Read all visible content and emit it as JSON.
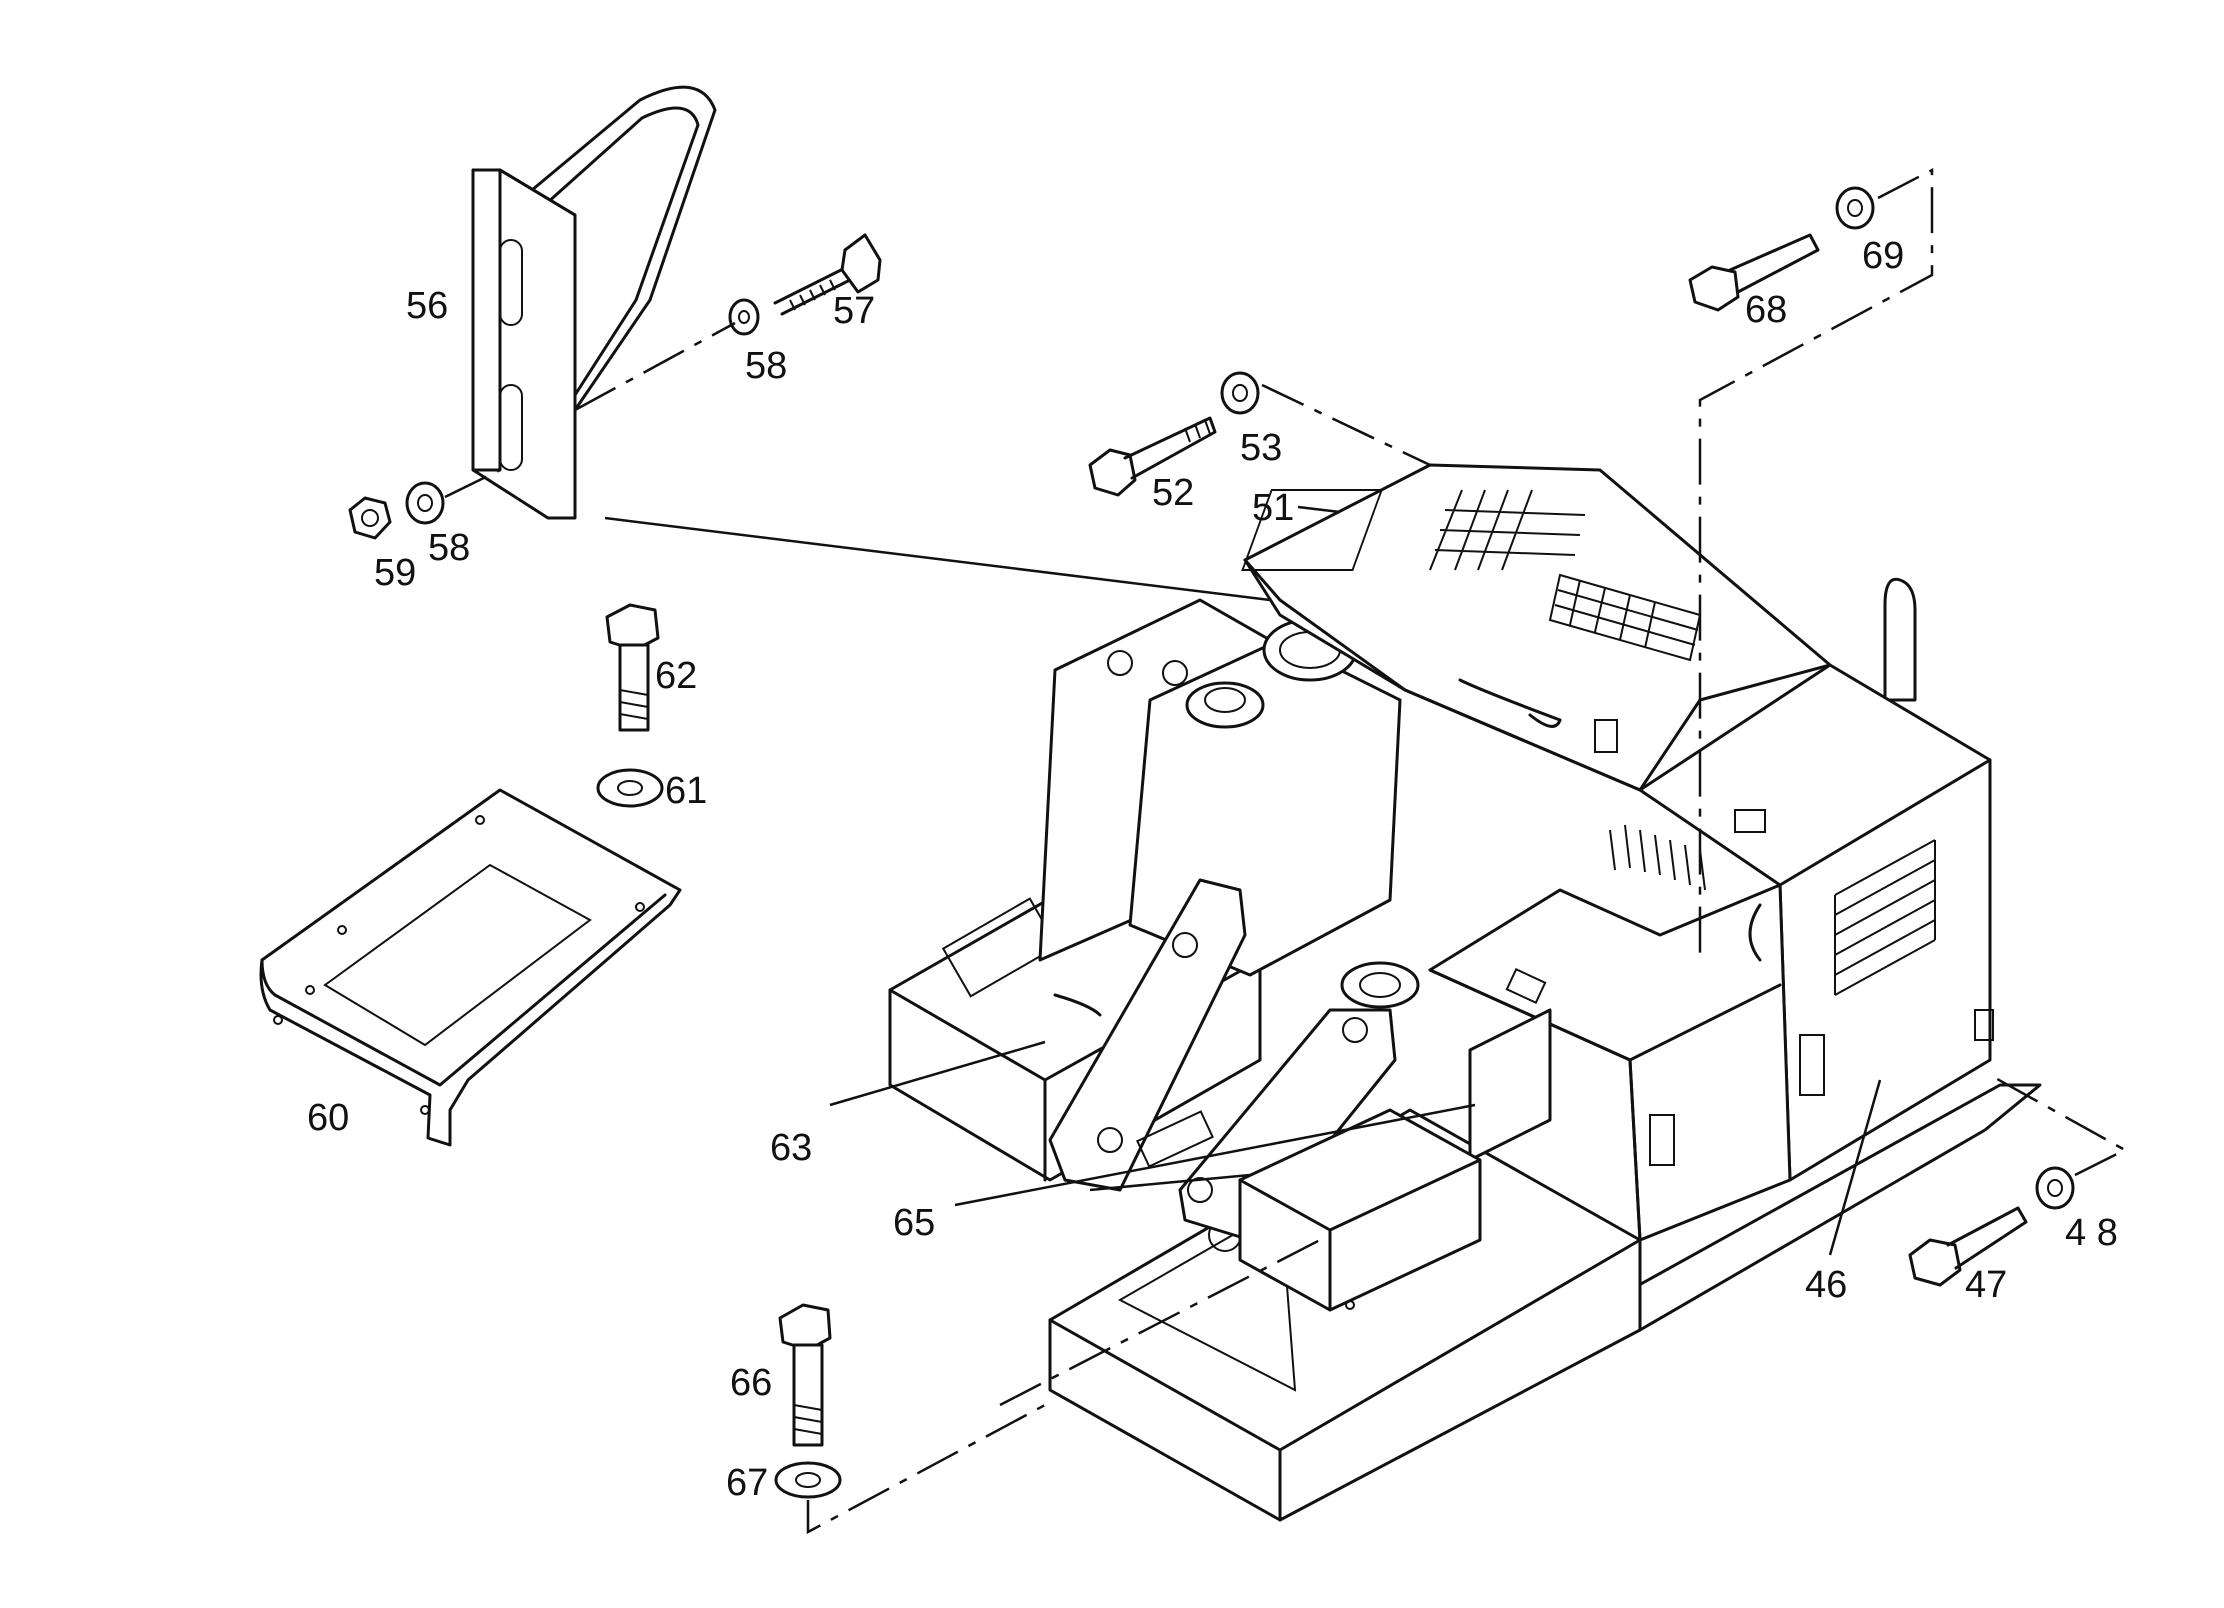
{
  "labels": {
    "p46": "46",
    "p47": "47",
    "p48": "4 8",
    "p51": "51",
    "p52": "52",
    "p53": "53",
    "p56": "56",
    "p57": "57",
    "p58a": "58",
    "p58b": "58",
    "p59": "59",
    "p60": "60",
    "p61": "61",
    "p62": "62",
    "p63": "63",
    "p65": "65",
    "p66": "66",
    "p67": "67",
    "p68": "68",
    "p69": "69"
  }
}
